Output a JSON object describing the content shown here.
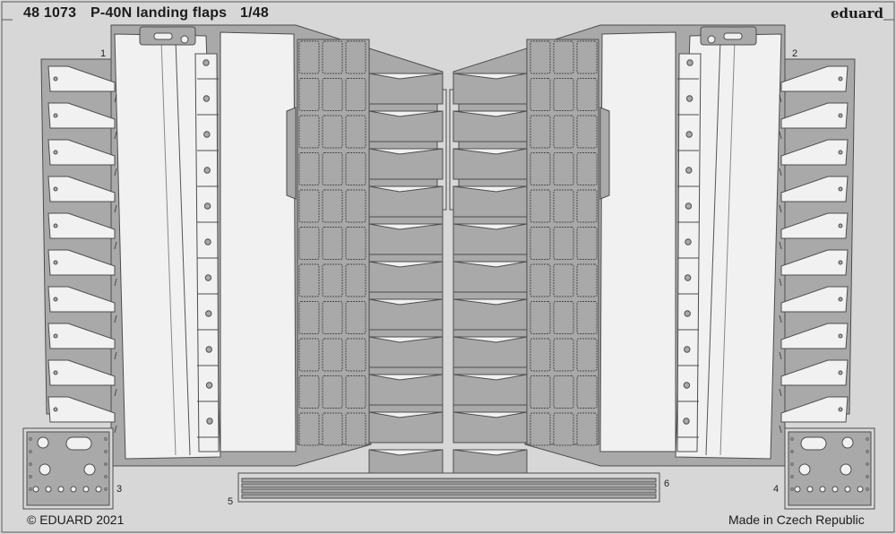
{
  "header": {
    "code": "48 1073",
    "name": "P-40N landing flaps",
    "scale": "1/48",
    "brand": "eduard"
  },
  "parts": {
    "p1": "1",
    "p2": "2",
    "p3": "3",
    "p4": "4",
    "p5": "5",
    "p6": "6"
  },
  "footer": {
    "copyright": "© EDUARD 2021",
    "origin": "Made in Czech Republic"
  },
  "colors": {
    "fret": "#d7d7d7",
    "part": "#a9a9a9",
    "panel": "#f1f1f1",
    "line": "#4d4d4d"
  }
}
